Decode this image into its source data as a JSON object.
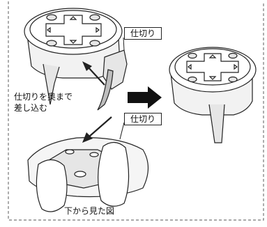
{
  "labels": {
    "partition_top": "仕切り",
    "partition_bottom": "仕切り",
    "instruction_line1": "仕切りを奥まで",
    "instruction_line2": "差し込む",
    "bottom_view": "下から見た図"
  },
  "colors": {
    "stroke": "#222222",
    "shade": "#e6e6e6",
    "dark_shade": "#bdbdbd",
    "border_dash": "#777777"
  }
}
